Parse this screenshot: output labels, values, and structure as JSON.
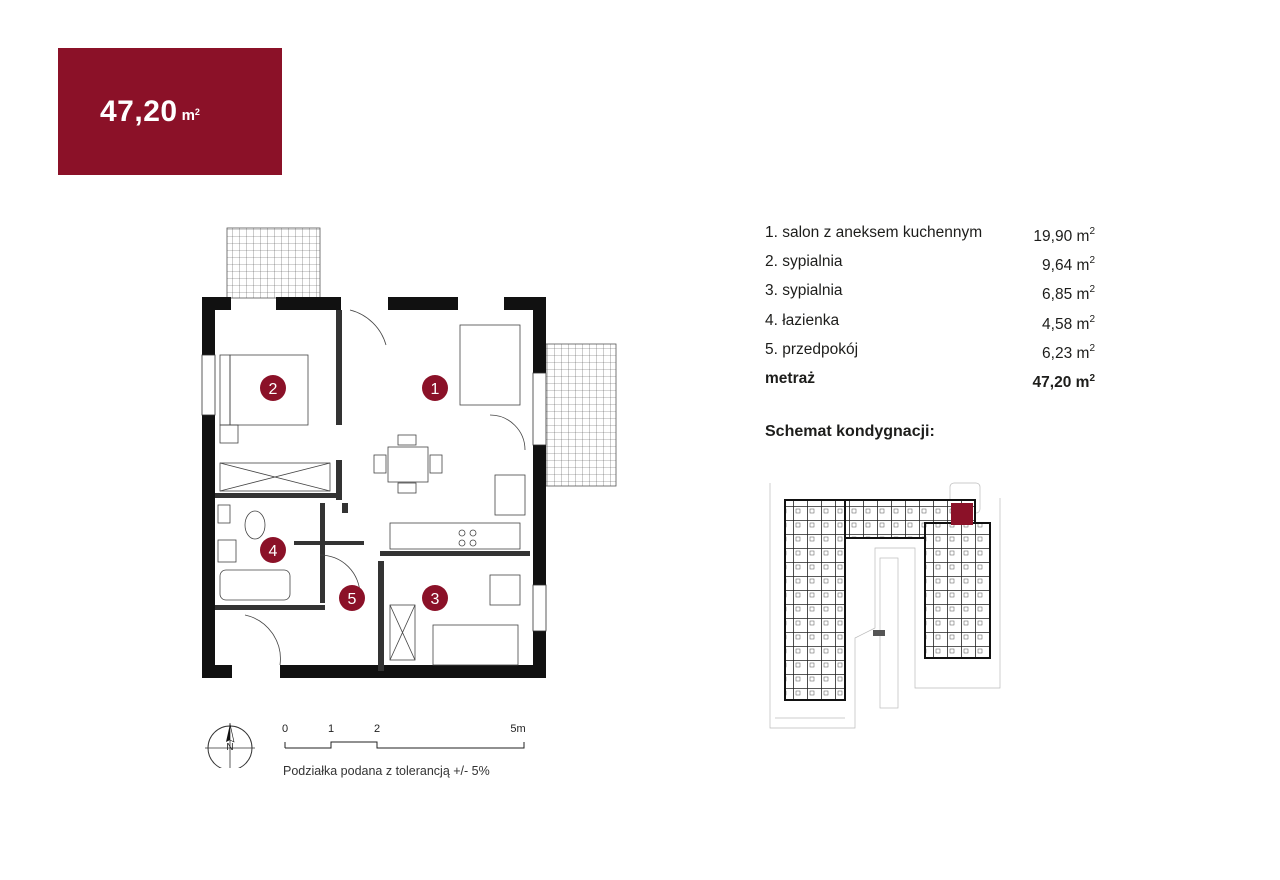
{
  "header": {
    "area_value": "47,20",
    "area_unit": "m",
    "area_unit_sup": "2"
  },
  "rooms": [
    {
      "label": "1. salon z aneksem kuchennym",
      "value": "19,90 m",
      "sup": "2"
    },
    {
      "label": "2. sypialnia",
      "value": "9,64 m",
      "sup": "2"
    },
    {
      "label": "3. sypialnia",
      "value": "6,85 m",
      "sup": "2"
    },
    {
      "label": "4. łazienka",
      "value": "4,58 m",
      "sup": "2"
    },
    {
      "label": "5. przedpokój",
      "value": "6,23 m",
      "sup": "2"
    }
  ],
  "total": {
    "label": "metraż",
    "value": "47,20 m",
    "sup": "2"
  },
  "schema_title": "Schemat kondygnacji:",
  "plan": {
    "markers": [
      "1",
      "2",
      "3",
      "4",
      "5"
    ],
    "accent_color": "#8b1128"
  },
  "scale": {
    "ticks": [
      "0",
      "1",
      "2",
      "5m"
    ],
    "compass": "N",
    "note": "Podziałka podana z tolerancją +/- 5%"
  }
}
